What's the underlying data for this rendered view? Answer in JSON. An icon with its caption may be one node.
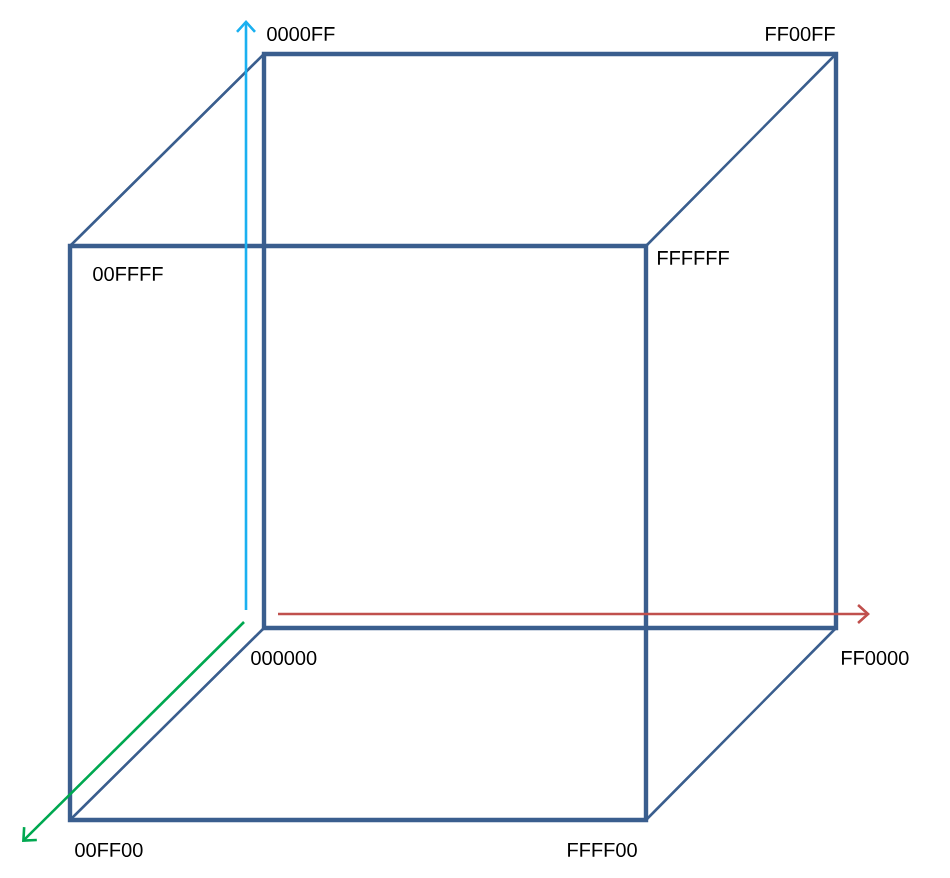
{
  "diagram": {
    "labels": [
      "0000FF",
      "FF00FF",
      "00FFFF",
      "FFFFFF",
      "000000",
      "FF0000",
      "00FF00",
      "FFFF00"
    ]
  }
}
